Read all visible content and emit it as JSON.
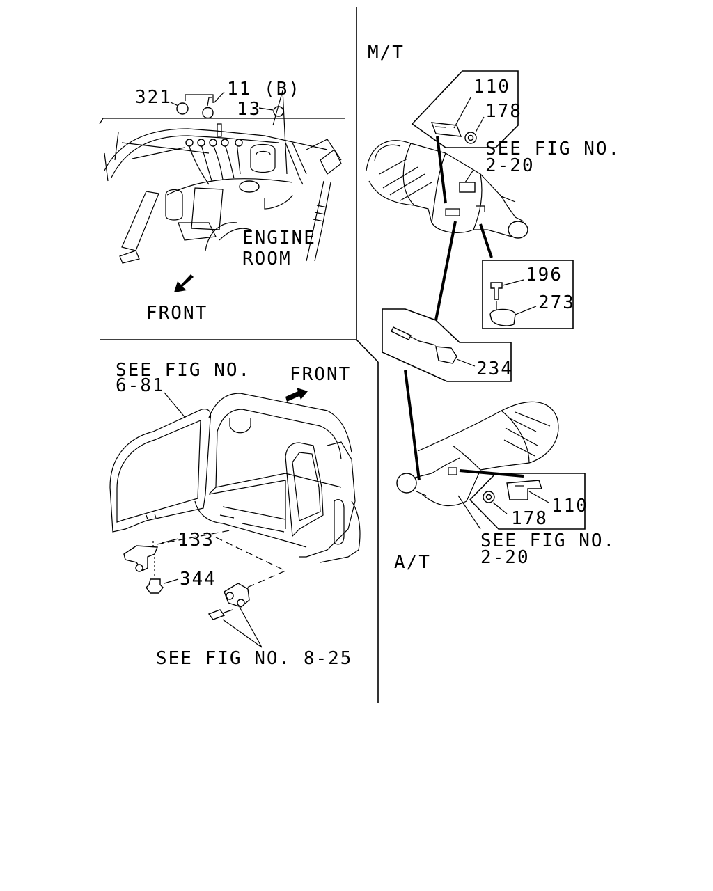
{
  "panels": {
    "engine_room": {
      "parts": [
        "321",
        "11 (B)",
        "13"
      ],
      "caption_line1": "ENGINE",
      "caption_line2": "ROOM",
      "front": "FRONT"
    },
    "manual_transmission": {
      "label": "M/T",
      "box_top": [
        "110",
        "178"
      ],
      "see_fig_line1": "SEE FIG NO.",
      "see_fig_line2": "2-20",
      "box_side": [
        "196",
        "273"
      ],
      "sensor": "234"
    },
    "automatic_transmission": {
      "label": "A/T",
      "box": [
        "178",
        "110"
      ],
      "see_fig_line1": "SEE FIG NO.",
      "see_fig_line2": "2-20"
    },
    "rear_body": {
      "see_fig_line1": "SEE FIG NO.",
      "see_fig_line2": "6-81",
      "front": "FRONT",
      "parts": [
        "133",
        "344"
      ],
      "see_fig_bottom": "SEE FIG NO. 8-25"
    }
  }
}
